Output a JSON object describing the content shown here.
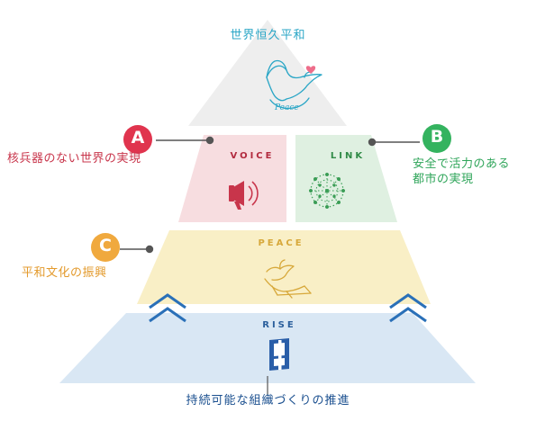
{
  "diagram": {
    "apex": {
      "title": "世界恒久平和",
      "icon": "dove-icon"
    },
    "base": {
      "title": "持続可能な組織づくりの推進"
    },
    "layers": {
      "voice": {
        "label": "VOICE",
        "icon": "megaphone-icon"
      },
      "link": {
        "label": "LINK",
        "icon": "network-globe-icon"
      },
      "peace": {
        "label": "PEACE",
        "icon": "handshake-dove-icon"
      },
      "rise": {
        "label": "RISE",
        "icon": "rise-logo-icon"
      }
    },
    "goals": {
      "a": {
        "marker": "A",
        "text": "核兵器のない世界の実現"
      },
      "b": {
        "marker": "B",
        "text_line1": "安全で活力のある",
        "text_line2": "都市の実現"
      },
      "c": {
        "marker": "C",
        "text": "平和文化の振興"
      }
    },
    "colors": {
      "apex": "#eeeeee",
      "voice": "#f7dde0",
      "link": "#dff0e1",
      "peace": "#f9efc6",
      "rise": "#d9e7f4",
      "marker_a": "#e0344e",
      "marker_b": "#34b35f",
      "marker_c": "#f0a93e",
      "connector": "#555555",
      "chevron": "#2a70b8"
    }
  }
}
